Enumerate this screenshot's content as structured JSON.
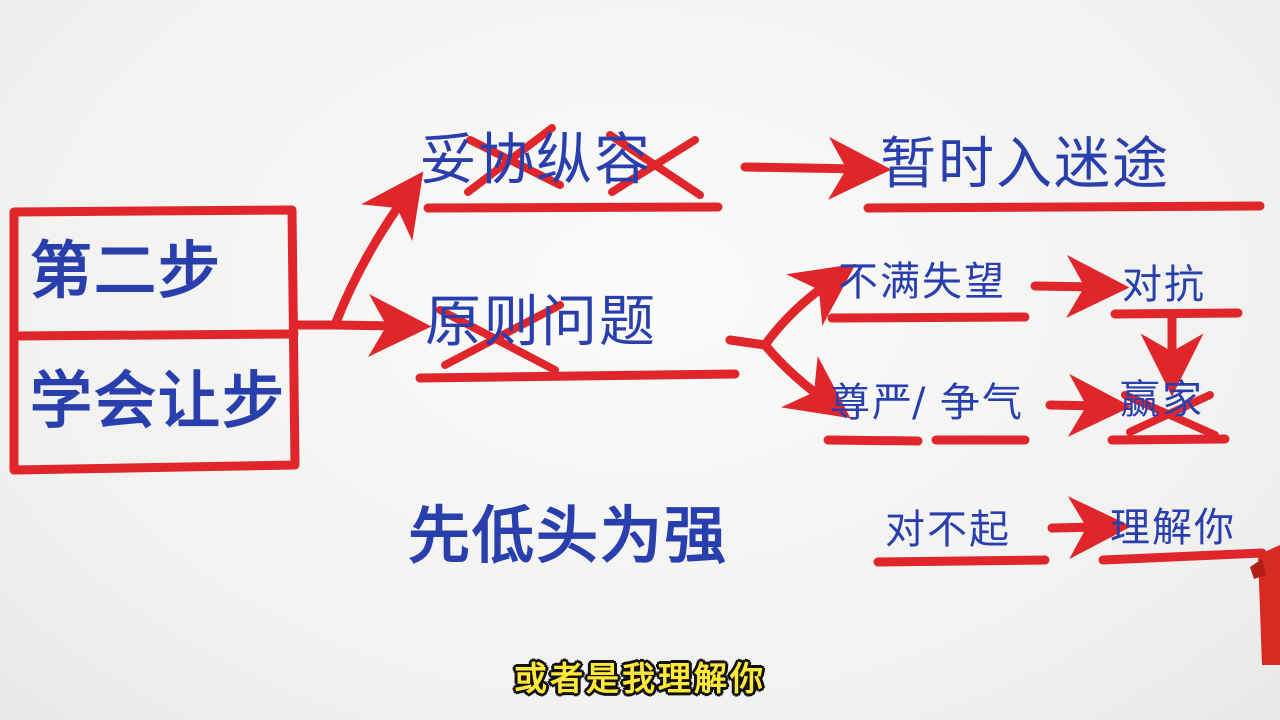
{
  "colors": {
    "ink_blue": "#2a3fae",
    "ink_red": "#e0262b",
    "subtitle_yellow": "#ffe83a"
  },
  "root": {
    "line1": "第二步",
    "line2": "学会让步"
  },
  "branch_top": {
    "label": "妥协纵容",
    "crossed": true,
    "result": "暂时入迷途"
  },
  "branch_mid": {
    "label": "原则问题",
    "crossed": true,
    "sub_upper": {
      "label": "不满失望",
      "result": "对抗"
    },
    "sub_lower": {
      "label_a": "尊严",
      "separator": "/",
      "label_b": "争气",
      "result": "赢家",
      "result_crossed": true
    }
  },
  "branch_low": {
    "label": "先低头为强",
    "left": "对不起",
    "right": "理解你"
  },
  "subtitle": "或者是我理解你"
}
